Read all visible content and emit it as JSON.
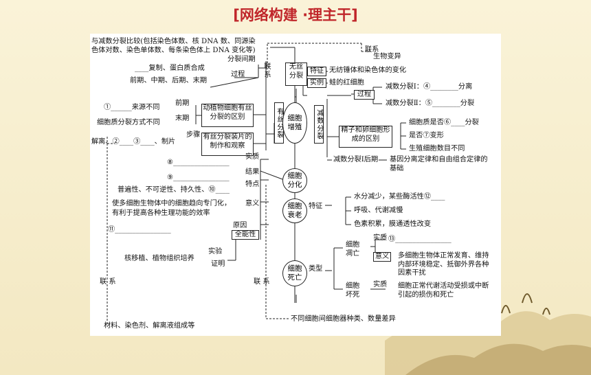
{
  "title": "[网络构建 ·理主干]",
  "nodes": {
    "meiosis_compare": "与减数分裂比较(包括染色体数、核 DNA 数、同源染色体对数、染色单体数、每条染色体上 DNA 变化等)",
    "interphase": "分裂间期",
    "dup": "____复制、蛋白质合成",
    "process": "过程",
    "phases": "前期、中期、后期、末期",
    "prophase": "前期",
    "telophase": "末期",
    "blank1": "①______来源不同",
    "division_diff": "细胞质分裂方式不同",
    "plant_animal": "动植物细胞有丝分裂的区别",
    "steps": "步骤",
    "slide_steps": "解离、②____③____、制片",
    "slide_box": "有丝分裂装片的制作和观察",
    "connect_mitosis": "联系",
    "mitosis": "有丝分裂",
    "amitosis": "无丝分裂",
    "feature": "特征",
    "amitosis_feature": "无纺锤体和染色体的变化",
    "example": "实例",
    "frog": "蛙的红细胞",
    "connect_top": "联系",
    "variation": "生物变异",
    "proliferation": "细胞增殖",
    "meiosis": "减数分裂",
    "process2": "过程",
    "meiosis1": "减数分裂Ⅰ：④________分离",
    "meiosis2": "减数分裂Ⅱ：⑤________分裂",
    "gamete_box": "精子和卵细胞形成的区别",
    "cytoplasm": "细胞质是否⑥____分裂",
    "deform": "是否⑦变形",
    "gamete_num": "生殖细胞数目不同",
    "meiosis1_later": "减数分裂Ⅰ后期",
    "law": "基因分离定律和自由组合定律的基础",
    "essence": "实质",
    "blank8": "⑧________________",
    "result": "结果",
    "blank9": "⑨________________",
    "differentiation": "细胞分化",
    "traits": "特点",
    "traits_text": "普遍性、不可逆性、持久性、⑩____",
    "significance": "意义",
    "sig_text1": "使多细胞生物体中的细胞趋向专门化，",
    "sig_text2": "有利于提高各种生理功能的效率",
    "blank11": "⑪________________",
    "reason": "原因",
    "totipotency": "全能性",
    "experiment": "实验",
    "proof": "证明",
    "nuclear": "核移植、植物组织培养",
    "aging": "细胞衰老",
    "feature2": "特征",
    "aging1": "水分减少，某些酶活性⑫____",
    "aging2": "呼吸、代谢减慢",
    "aging3": "色素积累，膜通透性改变",
    "death": "细胞死亡",
    "type": "类型",
    "apoptosis": "细胞凋亡",
    "essence2": "实质",
    "blank13": "⑬________________",
    "meaning": "意义",
    "apoptosis_meaning": "多细胞生物体正常发育、维持内部环境稳定、抵御外界各种因素干扰",
    "necrosis": "细胞坏死",
    "essence3": "实质",
    "necrosis_text": "细胞正常代谢活动受损或中断引起的损伤和死亡",
    "connect_left": "联 系",
    "connect_mid": "联 系",
    "materials": "材料、染色剂、解离液组成等",
    "diff_cells": "不同细胞间细胞器种类、数量差异"
  }
}
